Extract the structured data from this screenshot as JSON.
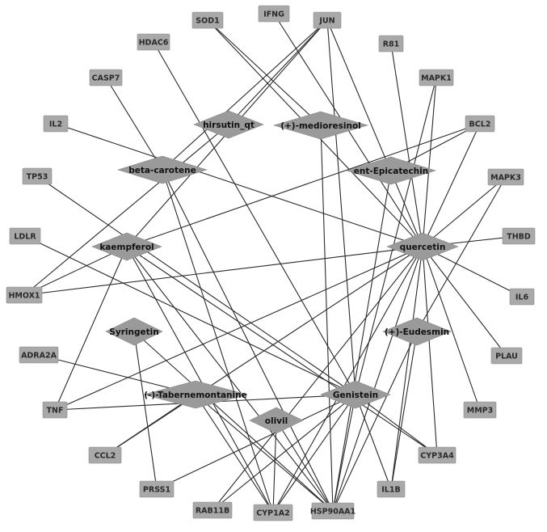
{
  "network": {
    "targets": [
      {
        "id": "IFNG",
        "label": "IFNG"
      },
      {
        "id": "SOD1",
        "label": "SOD1"
      },
      {
        "id": "JUN",
        "label": "JUN"
      },
      {
        "id": "HDAC6",
        "label": "HDAC6"
      },
      {
        "id": "R81",
        "label": "R81"
      },
      {
        "id": "CASP7",
        "label": "CASP7"
      },
      {
        "id": "MAPK1",
        "label": "MAPK1"
      },
      {
        "id": "IL2",
        "label": "IL2"
      },
      {
        "id": "BCL2",
        "label": "BCL2"
      },
      {
        "id": "TP53",
        "label": "TP53"
      },
      {
        "id": "MAPK3",
        "label": "MAPK3"
      },
      {
        "id": "LDLR",
        "label": "LDLR"
      },
      {
        "id": "THBD",
        "label": "THBD"
      },
      {
        "id": "HMOX1",
        "label": "HMOX1"
      },
      {
        "id": "IL6",
        "label": "IL6"
      },
      {
        "id": "ADRA2A",
        "label": "ADRA2A"
      },
      {
        "id": "PLAU",
        "label": "PLAU"
      },
      {
        "id": "TNF",
        "label": "TNF"
      },
      {
        "id": "MMP3",
        "label": "MMP3"
      },
      {
        "id": "CCL2",
        "label": "CCL2"
      },
      {
        "id": "CYP3A4",
        "label": "CYP3A4"
      },
      {
        "id": "PRSS1",
        "label": "PRSS1"
      },
      {
        "id": "IL1B",
        "label": "IL1B"
      },
      {
        "id": "RAB11B",
        "label": "RAB11B"
      },
      {
        "id": "CYP1A2",
        "label": "CYP1A2"
      },
      {
        "id": "HSP90AA1",
        "label": "HSP90AA1"
      }
    ],
    "compounds": [
      {
        "id": "hirsutin_qt",
        "label": "hirsutin_qt"
      },
      {
        "id": "medioresinol",
        "label": "(+)-medioresinol"
      },
      {
        "id": "beta_carotene",
        "label": "beta-carotene"
      },
      {
        "id": "ent_epicatechin",
        "label": "ent-Epicatechin"
      },
      {
        "id": "kaempferol",
        "label": "kaempferol"
      },
      {
        "id": "quercetin",
        "label": "quercetin"
      },
      {
        "id": "syringetin",
        "label": "Syringetin"
      },
      {
        "id": "eudesmin",
        "label": "(+)-Eudesmin"
      },
      {
        "id": "tabernemontanine",
        "label": "(-)-Tabernemontanine"
      },
      {
        "id": "genistein",
        "label": "Genistein"
      },
      {
        "id": "olivil",
        "label": "olivil"
      }
    ],
    "edges": [
      [
        "quercetin",
        "IFNG"
      ],
      [
        "quercetin",
        "SOD1"
      ],
      [
        "quercetin",
        "JUN"
      ],
      [
        "quercetin",
        "R81"
      ],
      [
        "quercetin",
        "MAPK1"
      ],
      [
        "quercetin",
        "BCL2"
      ],
      [
        "quercetin",
        "MAPK3"
      ],
      [
        "quercetin",
        "THBD"
      ],
      [
        "quercetin",
        "IL6"
      ],
      [
        "quercetin",
        "PLAU"
      ],
      [
        "quercetin",
        "MMP3"
      ],
      [
        "quercetin",
        "CYP3A4"
      ],
      [
        "quercetin",
        "HSP90AA1"
      ],
      [
        "quercetin",
        "IL1B"
      ],
      [
        "quercetin",
        "CYP1A2"
      ],
      [
        "quercetin",
        "CCL2"
      ],
      [
        "quercetin",
        "HMOX1"
      ],
      [
        "quercetin",
        "IL2"
      ],
      [
        "quercetin",
        "TNF"
      ],
      [
        "quercetin",
        "RAB11B"
      ],
      [
        "genistein",
        "JUN"
      ],
      [
        "genistein",
        "MAPK1"
      ],
      [
        "genistein",
        "HDAC6"
      ],
      [
        "genistein",
        "LDLR"
      ],
      [
        "genistein",
        "TP53"
      ],
      [
        "genistein",
        "CYP3A4"
      ],
      [
        "genistein",
        "HSP90AA1"
      ],
      [
        "genistein",
        "CYP1A2"
      ],
      [
        "genistein",
        "IL1B"
      ],
      [
        "genistein",
        "PRSS1"
      ],
      [
        "genistein",
        "TNF"
      ],
      [
        "genistein",
        "RAB11B"
      ],
      [
        "kaempferol",
        "JUN"
      ],
      [
        "kaempferol",
        "BCL2"
      ],
      [
        "kaempferol",
        "HMOX1"
      ],
      [
        "kaempferol",
        "CYP3A4"
      ],
      [
        "kaempferol",
        "HSP90AA1"
      ],
      [
        "kaempferol",
        "CYP1A2"
      ],
      [
        "kaempferol",
        "TNF"
      ],
      [
        "beta_carotene",
        "CASP7"
      ],
      [
        "beta_carotene",
        "JUN"
      ],
      [
        "beta_carotene",
        "HSP90AA1"
      ],
      [
        "beta_carotene",
        "CYP1A2"
      ],
      [
        "hirsutin_qt",
        "JUN"
      ],
      [
        "hirsutin_qt",
        "HMOX1"
      ],
      [
        "medioresinol",
        "SOD1"
      ],
      [
        "medioresinol",
        "HSP90AA1"
      ],
      [
        "ent_epicatechin",
        "BCL2"
      ],
      [
        "ent_epicatechin",
        "HSP90AA1"
      ],
      [
        "eudesmin",
        "MAPK3"
      ],
      [
        "eudesmin",
        "IL1B"
      ],
      [
        "eudesmin",
        "HSP90AA1"
      ],
      [
        "tabernemontanine",
        "ADRA2A"
      ],
      [
        "tabernemontanine",
        "HSP90AA1"
      ],
      [
        "tabernemontanine",
        "CCL2"
      ],
      [
        "tabernemontanine",
        "CYP1A2"
      ],
      [
        "syringetin",
        "PRSS1"
      ],
      [
        "syringetin",
        "HSP90AA1"
      ],
      [
        "olivil",
        "HSP90AA1"
      ],
      [
        "olivil",
        "CYP1A2"
      ]
    ]
  }
}
